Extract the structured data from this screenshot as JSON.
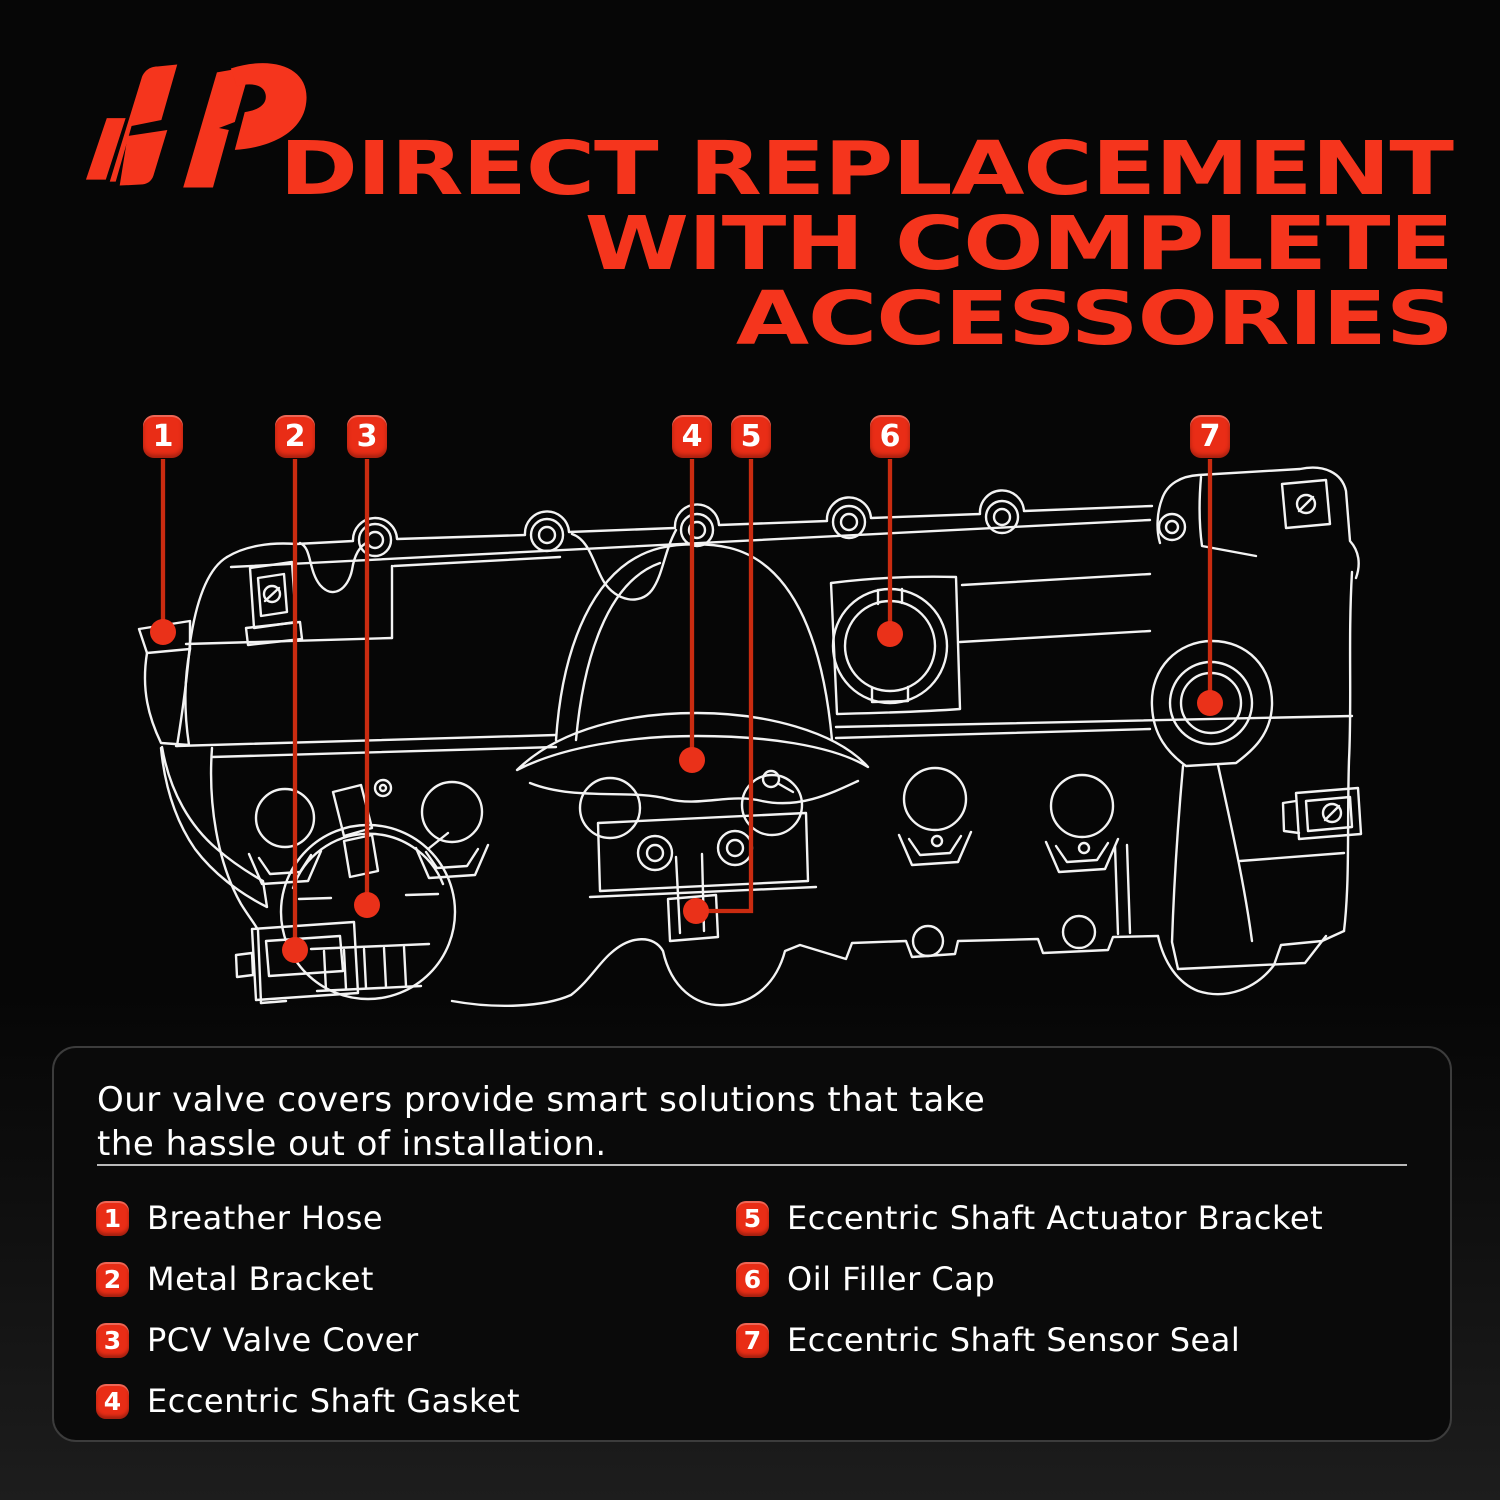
{
  "brand": {
    "monogram": "AP"
  },
  "heading": {
    "line1": "DIRECT REPLACEMENT",
    "line2": "WITH COMPLETE",
    "line3": "ACCESSORIES"
  },
  "diagram": {
    "markers": [
      {
        "num": "1"
      },
      {
        "num": "2"
      },
      {
        "num": "3"
      },
      {
        "num": "4"
      },
      {
        "num": "5"
      },
      {
        "num": "6"
      },
      {
        "num": "7"
      }
    ]
  },
  "panel": {
    "intro_line1": "Our valve covers provide smart solutions that take",
    "intro_line2": "the hassle out of installation.",
    "legend_left": [
      {
        "num": "1",
        "label": "Breather Hose"
      },
      {
        "num": "2",
        "label": "Metal Bracket"
      },
      {
        "num": "3",
        "label": "PCV Valve Cover"
      },
      {
        "num": "4",
        "label": "Eccentric Shaft Gasket"
      }
    ],
    "legend_right": [
      {
        "num": "5",
        "label": "Eccentric Shaft Actuator Bracket"
      },
      {
        "num": "6",
        "label": "Oil Filler Cap"
      },
      {
        "num": "7",
        "label": "Eccentric Shaft Sensor Seal"
      }
    ]
  },
  "colors": {
    "accent_red": "#f5351d",
    "badge_red": "#e92d16",
    "leader_red": "#c92b10",
    "dot_red": "#ea3119",
    "line_white": "#f3f3f3",
    "panel_bg": "#0a0a0a",
    "panel_border": "#3c3c3c",
    "page_bg": "#060606"
  }
}
